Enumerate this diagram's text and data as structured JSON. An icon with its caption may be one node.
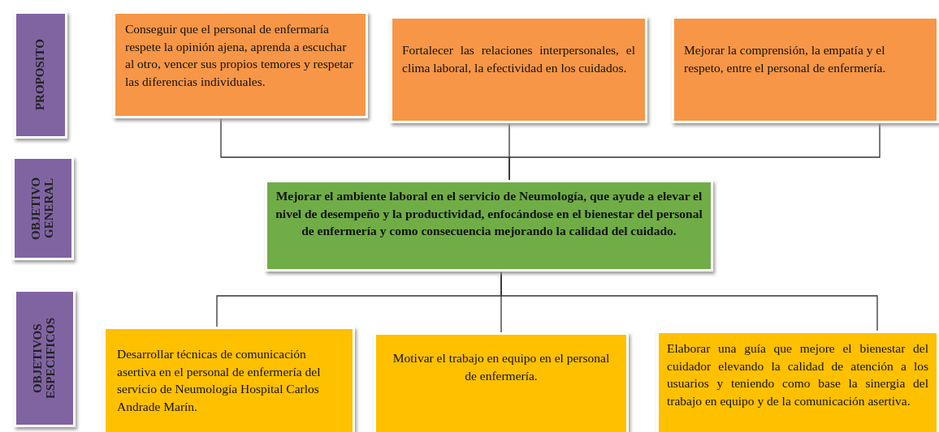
{
  "diagram": {
    "nodes": [
      {
        "text": [
          "PROPOSITO"
        ]
      },
      {
        "text": [
          "OBJETIVO GENERAL"
        ]
      },
      {
        "text": [
          "OBJETIVOS ESPECIFICOS"
        ]
      },
      {
        "text": [
          "Conseguir que el personal de enfermaría respete la opinión ajena, aprenda a escuchar al otro, vencer sus propios temores y respetar las diferencias individuales."
        ]
      },
      {
        "text": [
          "Fortalecer las relaciones interpersonales, el clima laboral, la efectividad en los cuidados."
        ]
      },
      {
        "text": [
          "Mejorar la comprensión, la empatía y el respeto, entre el personal de enfermería."
        ]
      },
      {
        "text": [
          "Mejorar el ambiente laboral en el servicio de Neumología, que ayude a elevar el nivel de desempeño y la productividad, enfocándose en el bienestar del personal de enfermería y como consecuencia mejorando la calidad del cuidado."
        ]
      },
      {
        "text": [
          "Desarrollar técnicas de comunicación asertiva en el personal de enfermería del servicio de Neumología Hospital Carlos Andrade Marín."
        ]
      },
      {
        "text": [
          "Motivar el trabajo en equipo en el personal de enfermería."
        ]
      },
      {
        "text": [
          "Elaborar una guía que mejore el bienestar del cuidador elevando la calidad de atención a los usuarios y teniendo como base la sinergia del trabajo en equipo y de la comunicación asertiva."
        ]
      }
    ],
    "edges": [
      {
        "from": 3,
        "to": 6,
        "arrow": "none"
      },
      {
        "from": 4,
        "to": 6,
        "arrow": "none"
      },
      {
        "from": 5,
        "to": 6,
        "arrow": "none"
      },
      {
        "from": 6,
        "to": 7,
        "arrow": "none"
      },
      {
        "from": 6,
        "to": 8,
        "arrow": "none"
      },
      {
        "from": 6,
        "to": 9,
        "arrow": "none"
      }
    ]
  }
}
